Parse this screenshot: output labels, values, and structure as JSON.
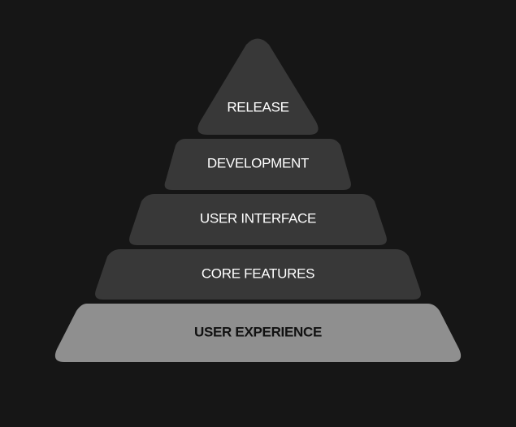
{
  "diagram": {
    "background": "#161616",
    "tiers": [
      {
        "label": "RELEASE",
        "fill": "#383838",
        "text_color": "#ffffff",
        "font_weight": "normal"
      },
      {
        "label": "DEVELOPMENT",
        "fill": "#383838",
        "text_color": "#ffffff",
        "font_weight": "normal"
      },
      {
        "label": "USER INTERFACE",
        "fill": "#383838",
        "text_color": "#ffffff",
        "font_weight": "normal"
      },
      {
        "label": "CORE FEATURES",
        "fill": "#383838",
        "text_color": "#ffffff",
        "font_weight": "normal"
      },
      {
        "label": "USER EXPERIENCE",
        "fill": "#8f8f8f",
        "text_color": "#111111",
        "font_weight": "bold"
      }
    ]
  }
}
